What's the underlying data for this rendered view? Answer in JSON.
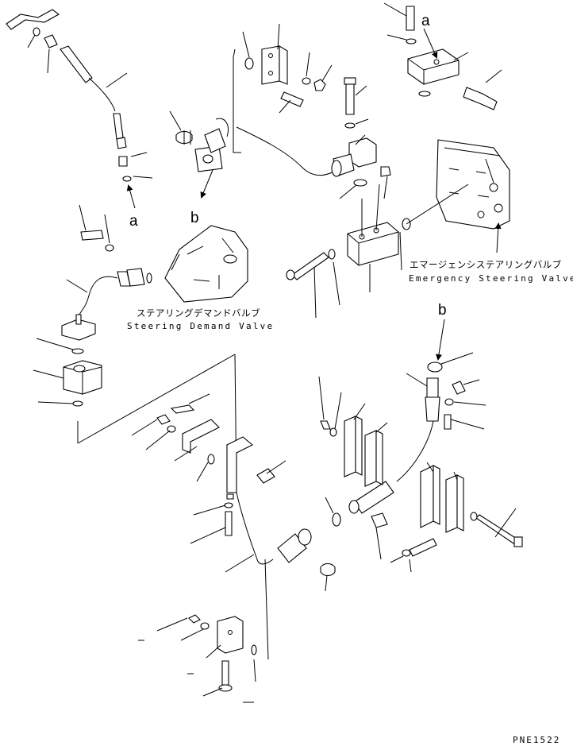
{
  "labels": {
    "steering_demand_valve_jp": "ステアリングデマンドバルブ",
    "steering_demand_valve_en": "Steering Demand Valve",
    "emergency_steering_valve_jp": "エマージェンシステアリングバルブ",
    "emergency_steering_valve_en": "Emergency Steering Valve"
  },
  "refs": {
    "a_left": "a",
    "a_top": "a",
    "b_left": "b",
    "b_right": "b"
  },
  "drawing_code": "PNE1522"
}
